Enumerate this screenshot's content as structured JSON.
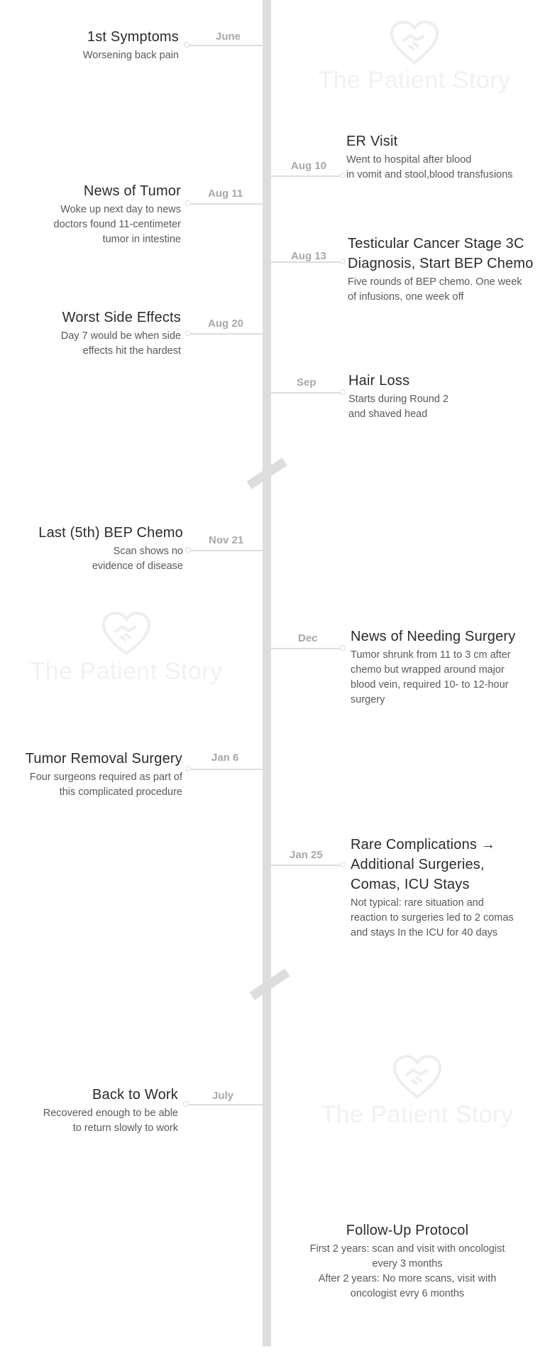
{
  "watermark_text": "The Patient Story",
  "events": [
    {
      "id": "first-symptoms",
      "date": "June",
      "title": "1st Symptoms",
      "description": "Worsening back pain"
    },
    {
      "id": "er-visit",
      "date": "Aug 10",
      "title": "ER Visit",
      "description": "Went to hospital after blood\nin vomit and stool,blood transfusions"
    },
    {
      "id": "news-of-tumor",
      "date": "Aug 11",
      "title": "News of Tumor",
      "description": "Woke up next day to news\ndoctors found 11-centimeter\ntumor in intestine"
    },
    {
      "id": "diagnosis",
      "date": "Aug 13",
      "title": "Testicular Cancer Stage 3C\nDiagnosis, Start BEP Chemo",
      "description": "Five rounds of BEP chemo. One week\nof infusions, one week off"
    },
    {
      "id": "worst-side-effects",
      "date": "Aug 20",
      "title": "Worst Side Effects",
      "description": "Day 7 would be when side\neffects hit the hardest"
    },
    {
      "id": "hair-loss",
      "date": "Sep",
      "title": "Hair Loss",
      "description": "Starts during Round 2\nand shaved head"
    },
    {
      "id": "last-bep-chemo",
      "date": "Nov 21",
      "title": "Last (5th) BEP Chemo",
      "description": "Scan shows no\nevidence of disease"
    },
    {
      "id": "news-of-needing-surgery",
      "date": "Dec",
      "title": "News of Needing Surgery",
      "description": "Tumor shrunk from 11 to 3 cm after\nchemo but wrapped around major\nblood vein, required 10- to 12-hour\nsurgery"
    },
    {
      "id": "tumor-removal-surgery",
      "date": "Jan 6",
      "title": "Tumor Removal Surgery",
      "description": "Four surgeons required as part of\nthis complicated procedure"
    },
    {
      "id": "rare-complications",
      "date": "Jan 25",
      "title": "Rare Complications →\nAdditional Surgeries,\nComas, ICU Stays",
      "description": "Not typical: rare situation and\nreaction to surgeries led to 2 comas\nand stays In the ICU for 40 days"
    },
    {
      "id": "back-to-work",
      "date": "July",
      "title": "Back to Work",
      "description": "Recovered enough to be able\nto return slowly to work"
    },
    {
      "id": "follow-up-protocol",
      "date": "",
      "title": "Follow-Up Protocol",
      "description": "First 2 years: scan and visit with oncologist\nevery 3 months\nAfter 2 years: No more scans, visit with\noncologist evry 6 months"
    }
  ]
}
